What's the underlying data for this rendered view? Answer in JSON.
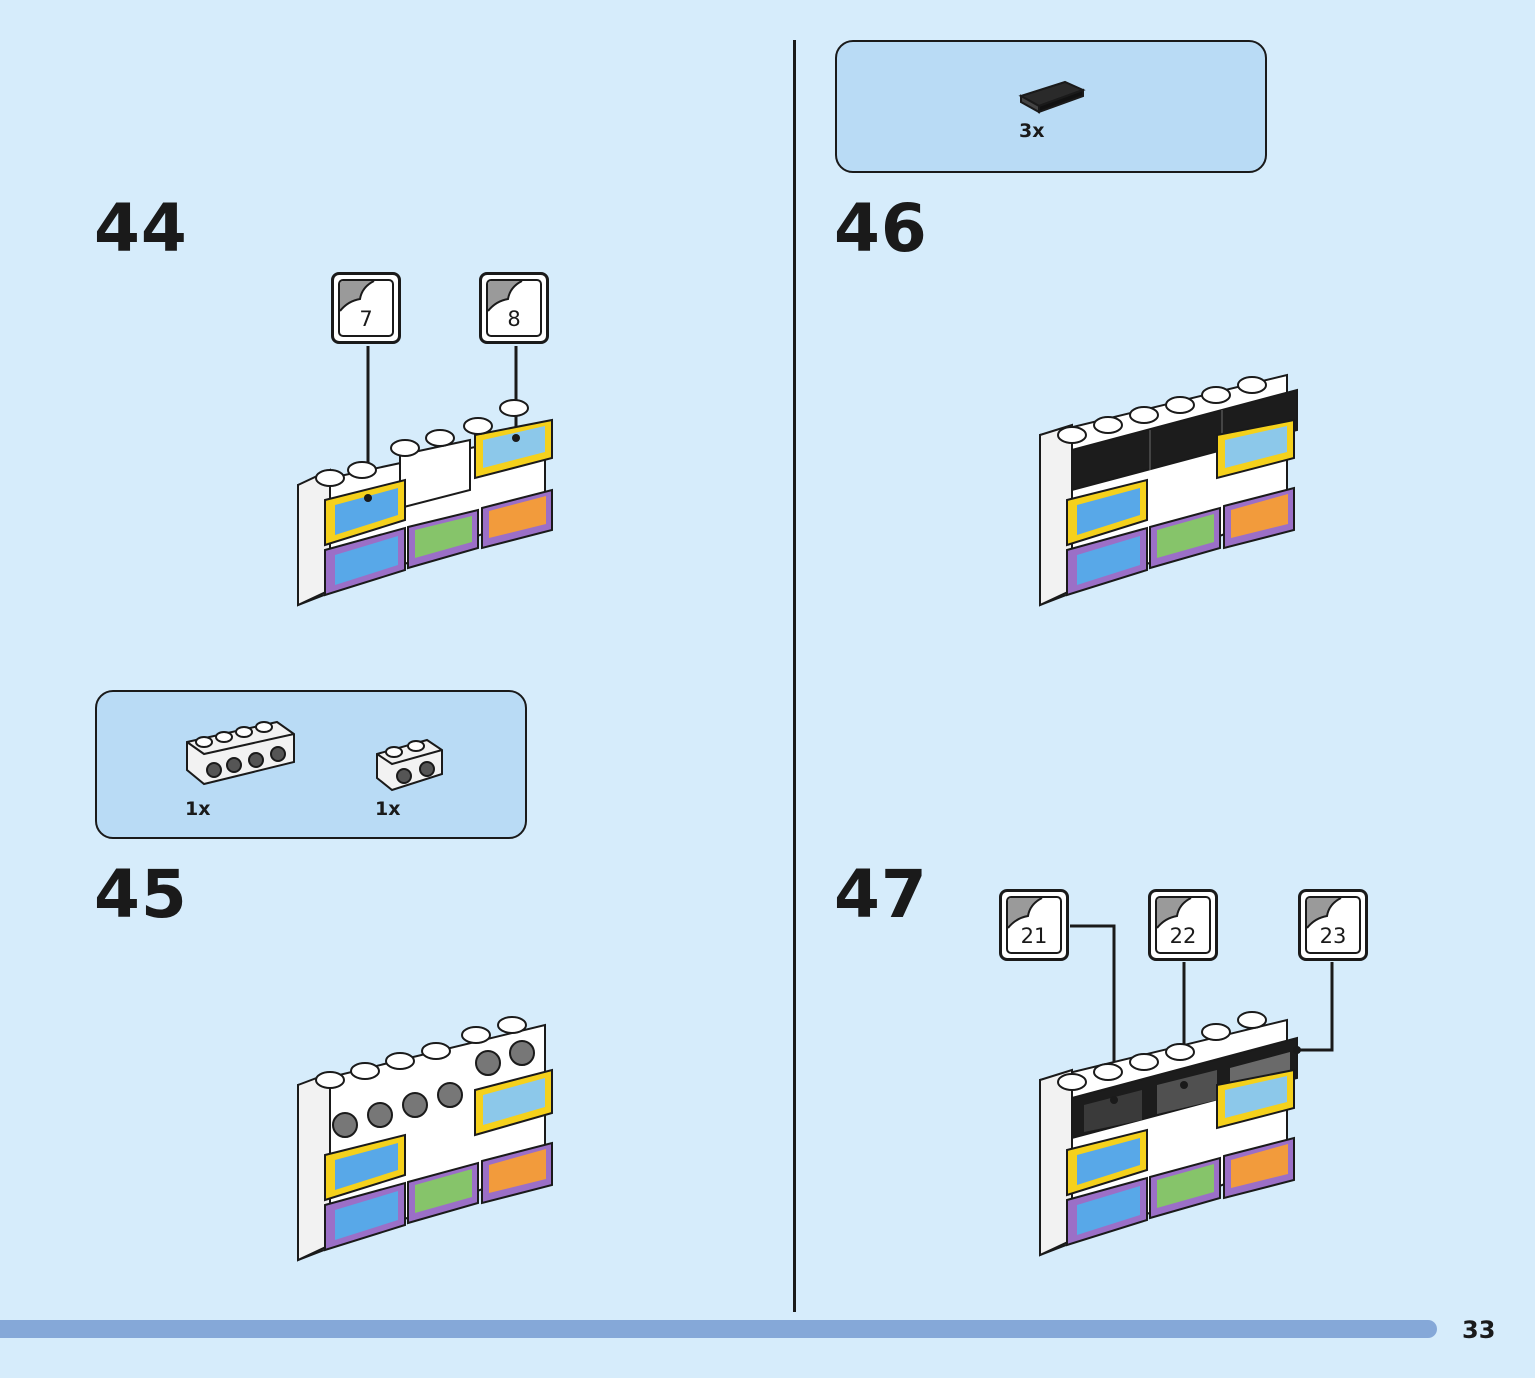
{
  "page": {
    "number": "33"
  },
  "steps": [
    {
      "number": "44",
      "stickers": [
        "7",
        "8"
      ]
    },
    {
      "number": "45",
      "parts": [
        {
          "part": "white-brick-1x4-side-studs",
          "qty": "1x"
        },
        {
          "part": "white-brick-1x2-side-studs",
          "qty": "1x"
        }
      ]
    },
    {
      "number": "46",
      "parts": [
        {
          "part": "black-tile-1x2",
          "qty": "3x"
        }
      ]
    },
    {
      "number": "47",
      "stickers": [
        "21",
        "22",
        "23"
      ]
    }
  ],
  "colors": {
    "background": "#d6ecfb",
    "parts_box": "#b9dbf5",
    "footer_bar": "#85a8d8",
    "box_yellow": "#f5d11c",
    "box_purple": "#9b6fc7",
    "tile_black": "#1c1c1c"
  }
}
